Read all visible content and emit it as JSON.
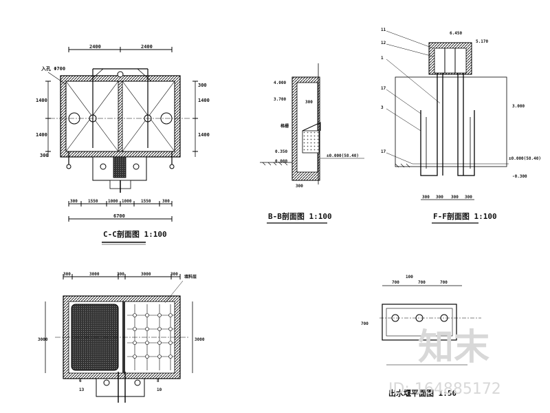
{
  "views": {
    "cc": {
      "title": "C-C剖面图 1:100",
      "top_dims": [
        "2400",
        "2400"
      ],
      "bottom_dims": [
        "300",
        "1550",
        "1000",
        "1000",
        "1550",
        "300"
      ],
      "total_dim": "6700",
      "left_dims": [
        "1400",
        "1400",
        "300"
      ],
      "right_dims": [
        "300",
        "1400",
        "1400"
      ],
      "inlet_label": "入孔\nΦ700"
    },
    "bb": {
      "title": "B-B剖面图 1:100",
      "elev_top": "4.000",
      "elev_mid": "3.700",
      "elev_low": "0.350",
      "elev_bottom": "0.000",
      "elev_ground": "±0.000(58.40)",
      "level_label": "300",
      "inner_label": "格栅",
      "base_label": "300"
    },
    "ff": {
      "title": "F-F剖面图 1:100",
      "callouts": [
        "11",
        "12",
        "1",
        "17",
        "3",
        "17"
      ],
      "elev_top": "6.450",
      "elev_mid": "5.170",
      "elev_right": "3.000",
      "elev_ground": "±0.000(58.40)",
      "elev_bottom": "-0.300",
      "width_dims": [
        "300",
        "300",
        "300",
        "300"
      ]
    },
    "plan": {
      "top_dims": [
        "300",
        "3000",
        "300",
        "3000",
        "300"
      ],
      "left_dim": "3000",
      "right_dim": "3000",
      "callout": "填料层",
      "callouts": [
        "6",
        "13",
        "8",
        "10"
      ]
    },
    "detail": {
      "dims": [
        "700",
        "100",
        "700",
        "700"
      ],
      "side_dim": "700",
      "title": "出水堰平面图 1:50"
    }
  },
  "watermark": {
    "brand": "知末",
    "id": "ID: 164885172"
  }
}
